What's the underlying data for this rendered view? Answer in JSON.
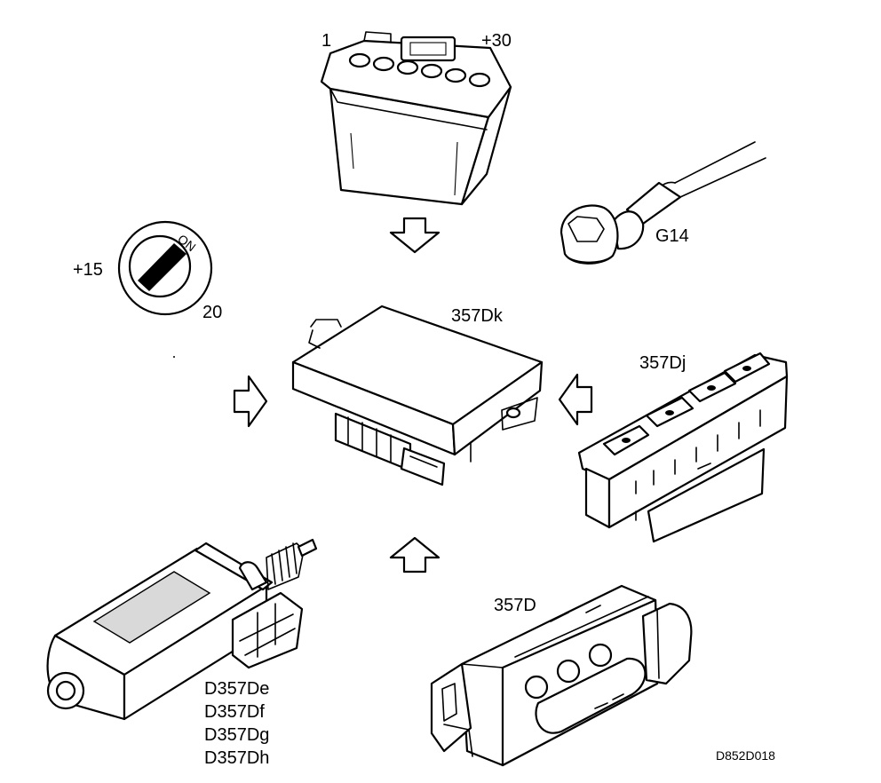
{
  "labels": {
    "battery_left": "1",
    "battery_right": "+30",
    "ignition_left": "+15",
    "ignition_bottom": "20",
    "ignition_on": "ON",
    "ground": "G14",
    "control_module": "357Dk",
    "switch_panel": "357Dj",
    "seat_switch": "357D",
    "motor_1": "D357De",
    "motor_2": "D357Df",
    "motor_3": "D357Dg",
    "motor_4": "D357Dh",
    "figure_code": "D852D018"
  },
  "colors": {
    "line": "#000000",
    "background": "#ffffff",
    "shade": "#d9d9d9"
  },
  "arrows": [
    {
      "name": "arrow-from-battery",
      "direction": "down"
    },
    {
      "name": "arrow-from-ignition",
      "direction": "right"
    },
    {
      "name": "arrow-from-switch-panel",
      "direction": "left"
    },
    {
      "name": "arrow-from-seat-switch",
      "direction": "up"
    }
  ]
}
